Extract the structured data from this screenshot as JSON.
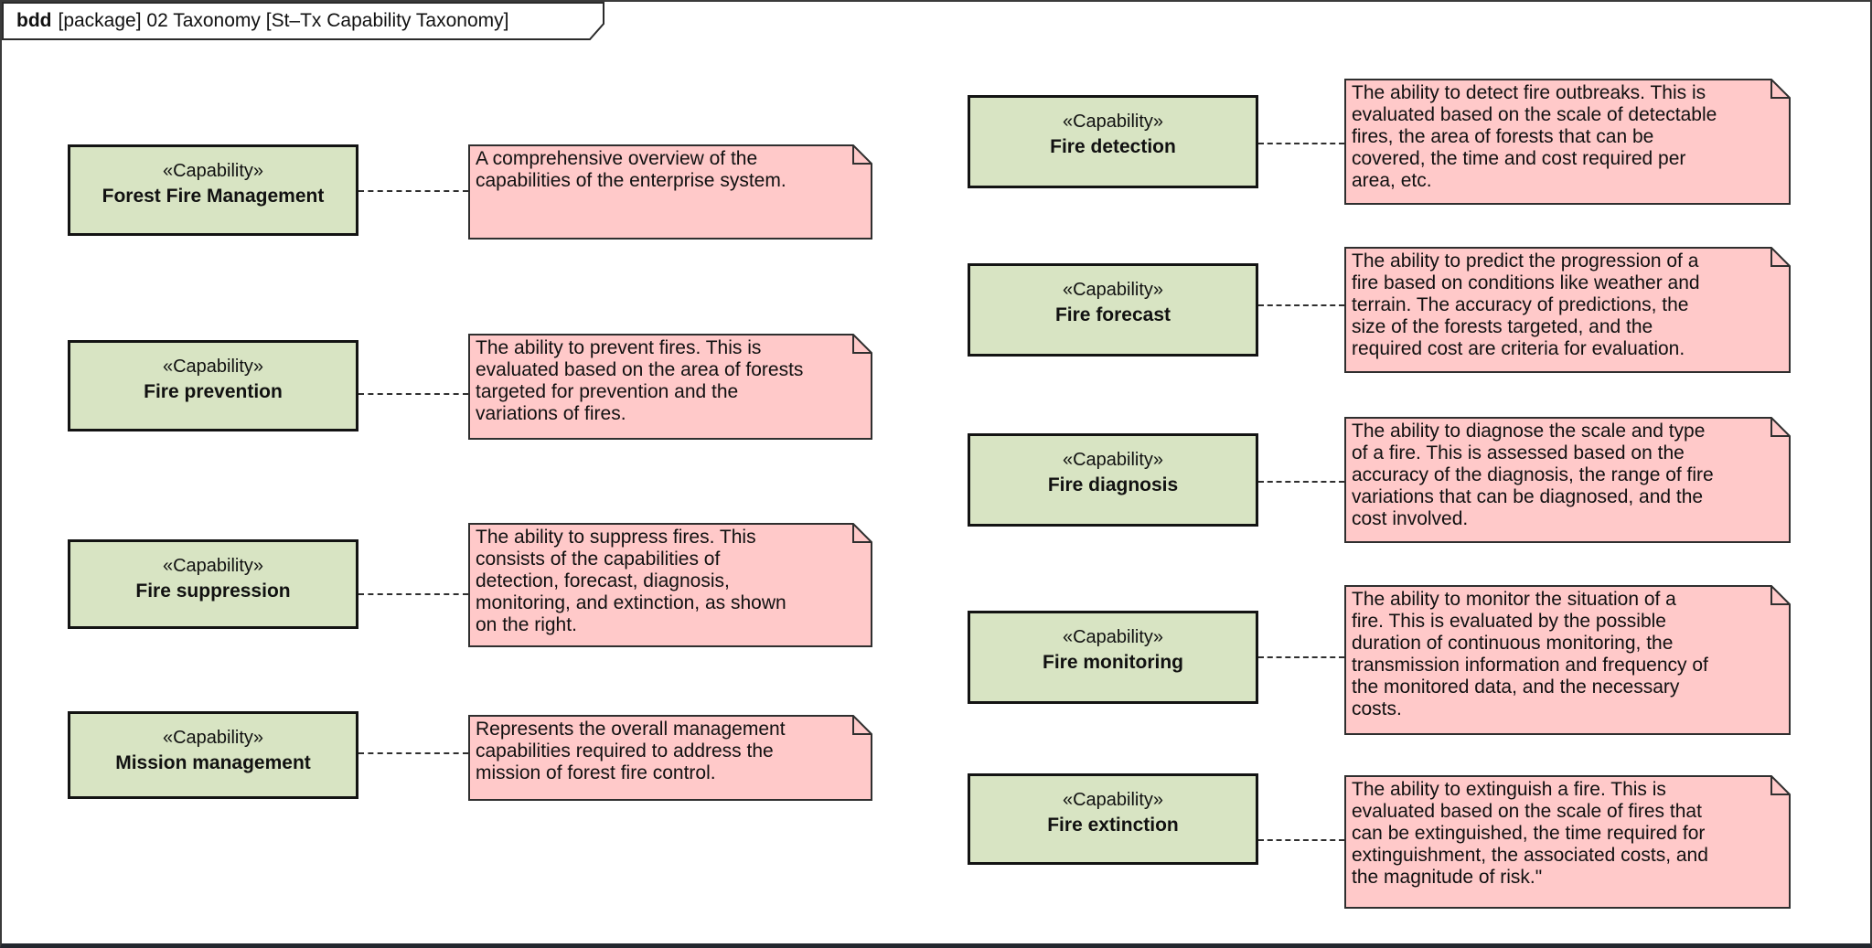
{
  "frame": {
    "title_bold": "bdd",
    "title_rest": "[package] 02 Taxonomy [St–Tx Capability Taxonomy]"
  },
  "stereotype_label": "«Capability»",
  "colors": {
    "capability_fill": "#d8e4c3",
    "capability_border": "#131313",
    "note_fill": "#ffc9c9",
    "note_border": "#2f2f2f"
  },
  "capabilities": [
    {
      "name": "Forest Fire Management",
      "note": "A comprehensive overview of the\ncapabilities of the enterprise system."
    },
    {
      "name": "Fire prevention",
      "note": "The ability to prevent fires. This is\nevaluated based on the area of forests\ntargeted for prevention and the\nvariations of fires."
    },
    {
      "name": "Fire suppression",
      "note": "The ability to suppress fires. This\nconsists of the capabilities of\ndetection, forecast, diagnosis,\nmonitoring, and extinction, as shown\non the right."
    },
    {
      "name": "Mission management",
      "note": "Represents the overall management\ncapabilities required to address the\nmission of forest fire control."
    },
    {
      "name": "Fire detection",
      "note": "The ability to detect fire outbreaks. This is\nevaluated based on the scale of detectable\nfires, the area of forests that can be\ncovered, the time and cost required per\narea, etc."
    },
    {
      "name": "Fire forecast",
      "note": "The ability to predict the progression of a\nfire based on conditions like weather and\nterrain. The accuracy of predictions, the\nsize of the forests targeted, and the\nrequired cost are criteria for evaluation."
    },
    {
      "name": "Fire diagnosis",
      "note": "The ability to diagnose the scale and type\nof a fire. This is assessed based on the\naccuracy of the diagnosis, the range of fire\nvariations that can be diagnosed, and the\ncost involved."
    },
    {
      "name": "Fire monitoring",
      "note": "The ability to monitor the situation of a\nfire. This is evaluated by the possible\nduration of continuous monitoring, the\ntransmission information and frequency of\nthe monitored data, and the necessary\ncosts."
    },
    {
      "name": "Fire extinction",
      "note": "The ability to extinguish a fire. This is\nevaluated based on the scale of fires that\ncan be extinguished, the time required for\nextinguishment, the associated costs, and\nthe magnitude of risk.\""
    }
  ]
}
